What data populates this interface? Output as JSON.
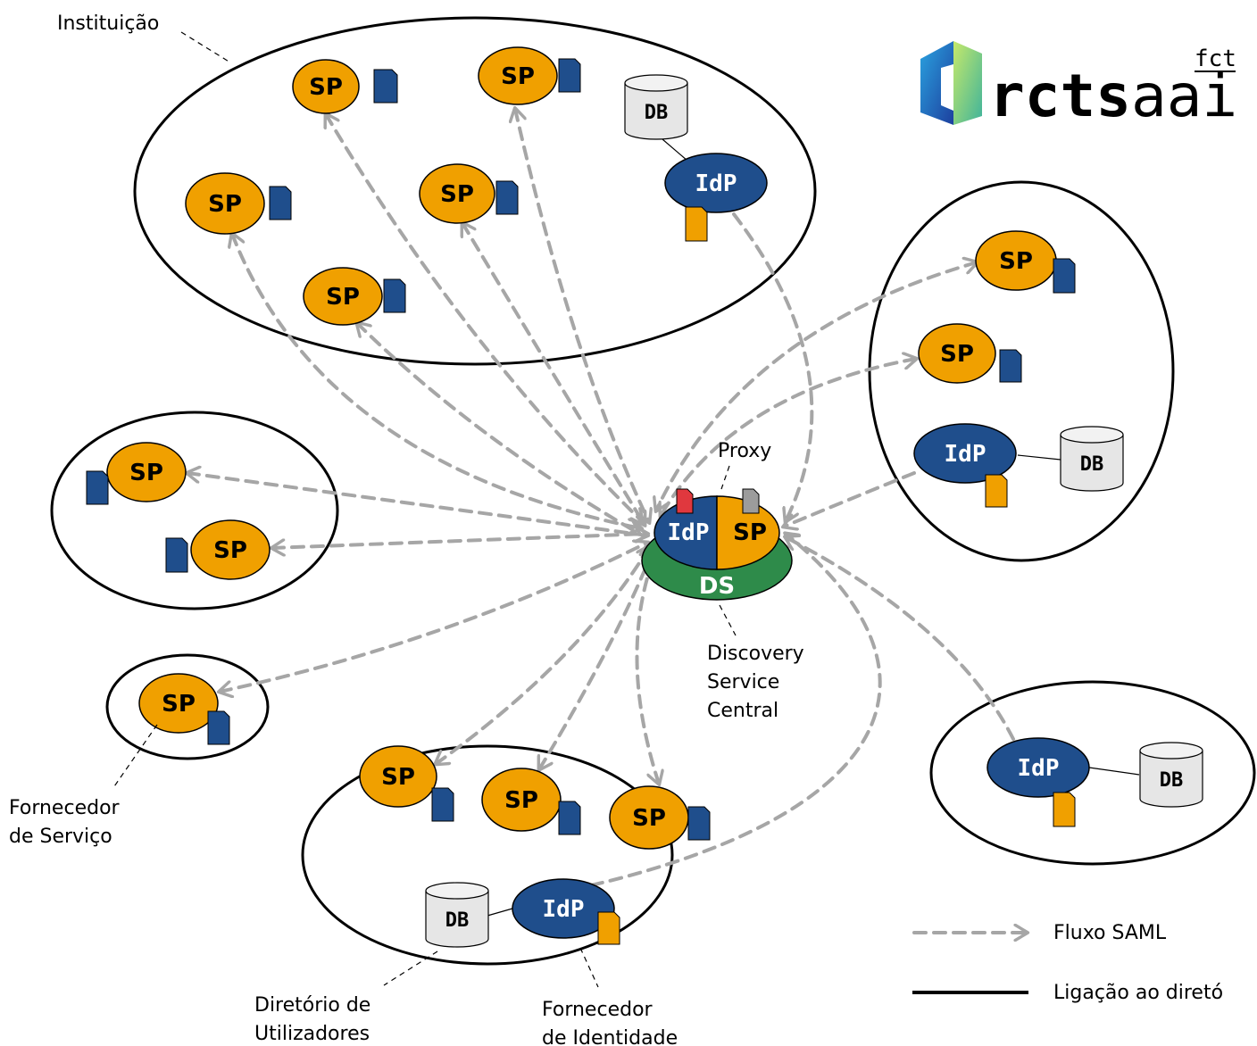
{
  "logo": {
    "brand_bold": "rcts",
    "brand_light": "aai",
    "funder": "fct"
  },
  "nodes": {
    "sp": "SP",
    "idp": "IdP",
    "db": "DB",
    "ds": "DS"
  },
  "labels": {
    "institution": "Instituição",
    "proxy": "Proxy",
    "discovery_line1": "Discovery",
    "discovery_line2": "Service",
    "discovery_line3": "Central",
    "service_provider_line1": "Fornecedor",
    "service_provider_line2": "de Serviço",
    "user_directory_line1": "Diretório de",
    "user_directory_line2": "Utilizadores",
    "identity_provider_line1": "Fornecedor",
    "identity_provider_line2": "de Identidade"
  },
  "legend": {
    "saml_flow": "Fluxo SAML",
    "directory_link": "Ligação ao diretó"
  },
  "colors": {
    "sp_fill": "#f0a000",
    "idp_fill": "#1f4e8c",
    "metadata_blue": "#1f4e8c",
    "metadata_orange": "#f0a000",
    "metadata_red": "#e0383e",
    "metadata_gray": "#9c9c9c",
    "ds_fill": "#2e8b4a",
    "db_fill": "#e6e6e6",
    "flow_arrow": "#a6a6a6"
  }
}
